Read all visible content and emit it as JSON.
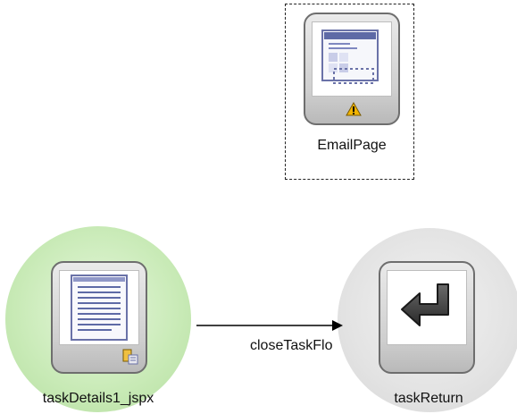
{
  "diagram": {
    "nodes": [
      {
        "id": "email",
        "label": "EmailPage",
        "icon": "page-fragment-icon",
        "badge": "warning-icon",
        "badge_color": "#f2b400"
      },
      {
        "id": "task",
        "label": "taskDetails1_jspx",
        "icon": "document-icon",
        "badge": "task-page-badge-icon",
        "halo_color": "#c6e8b4"
      },
      {
        "id": "return",
        "label": "taskReturn",
        "icon": "return-arrow-icon",
        "halo_color": "#e3e3e3"
      }
    ],
    "edges": [
      {
        "from": "task",
        "to": "return",
        "label": "closeTaskFlo"
      }
    ]
  }
}
